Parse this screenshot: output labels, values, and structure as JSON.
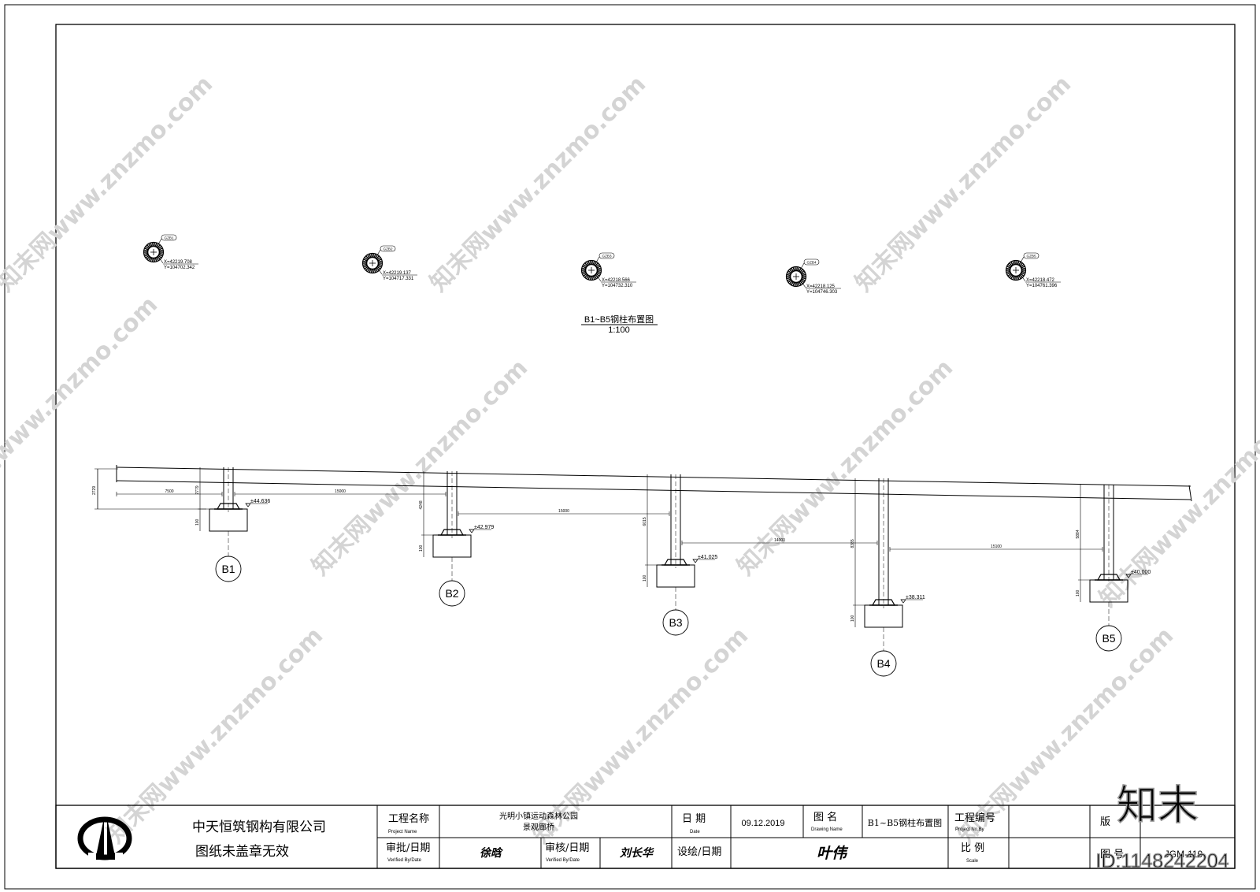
{
  "plan": {
    "title": "B1~B5钢柱布置图",
    "scale": "1:100",
    "columns": [
      {
        "tag": "GZB1",
        "x": "X=42219.708",
        "y": "Y=104702.342"
      },
      {
        "tag": "GZB2",
        "x": "X=42219.137",
        "y": "Y=104717.331"
      },
      {
        "tag": "GZB3",
        "x": "X=42218.566",
        "y": "Y=104732.310"
      },
      {
        "tag": "GZB4",
        "x": "X=42218.125",
        "y": "Y=104746.303"
      },
      {
        "tag": "GZB5",
        "x": "X=42218.472",
        "y": "Y=104761.396"
      }
    ]
  },
  "elevation": {
    "axes": [
      "B1",
      "B2",
      "B3",
      "B4",
      "B5"
    ],
    "levels": [
      "±44.636",
      "±42.979",
      "±41.025",
      "±38.311",
      "±40.000"
    ],
    "column_heights": [
      "2779",
      "4248",
      "6015",
      "8385",
      "5884"
    ],
    "spans": [
      "7500",
      "15000",
      "15000",
      "14000",
      "15100"
    ],
    "overall_height": "2729",
    "footing_depth": "100"
  },
  "title_block": {
    "company": "中天恒筑钢构有限公司",
    "notice": "图纸未盖章无效",
    "project_name_label": "工程名称",
    "project_name_label_en": "Project Name",
    "project_name_line1": "光明小镇运动森林公园",
    "project_name_line2": "景观廊桥",
    "date_label": "日 期",
    "date_label_en": "Date",
    "date_value": "09.12.2019",
    "drawing_name_label": "图 名",
    "drawing_name_label_en": "Drawing Name",
    "drawing_name_value": "B1~B5钢柱布置图",
    "project_no_label": "工程编号",
    "project_no_label_en": "Project No.By",
    "version_label": "版",
    "approved_label": "审批/日期",
    "approved_label_en": "Verified By/Date",
    "approved_signature": "徐晗",
    "verified_label": "审核/日期",
    "verified_label_en": "Verified By/Date",
    "verified_signature": "刘长华",
    "designed_label": "设绘/日期",
    "designed_signature": "叶伟",
    "scale_label": "比 例",
    "scale_label_en": "Scale",
    "drawing_no_label": "图 号",
    "drawing_no_value": "JGM-110"
  },
  "watermark": {
    "site": "知末网www.znzmo.com",
    "brand": "知末",
    "id": "ID:1148242204"
  }
}
